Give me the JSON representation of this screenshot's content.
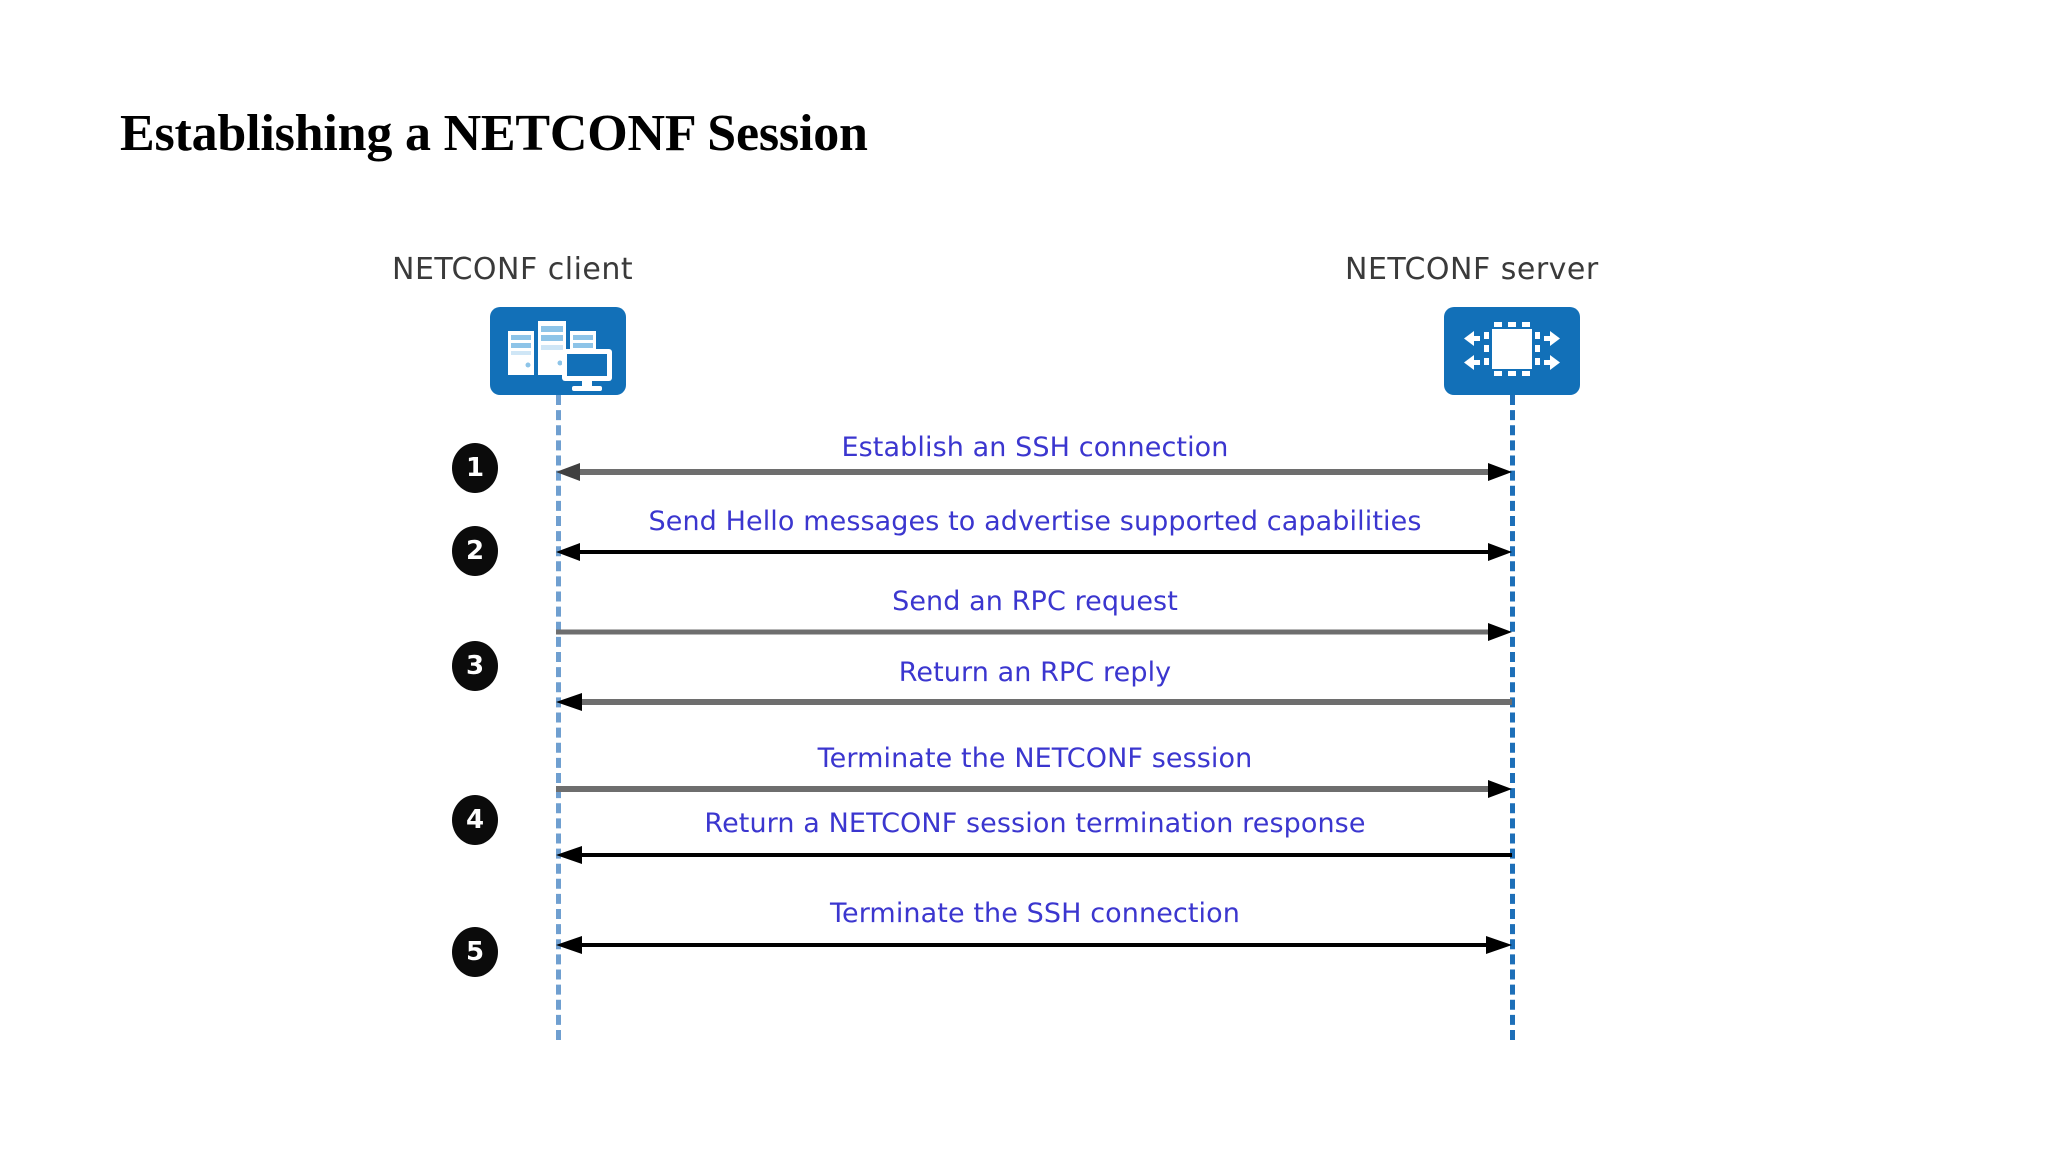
{
  "page": {
    "title": "Establishing a NETCONF Session",
    "background_color": "#ffffff"
  },
  "diagram": {
    "type": "sequence-diagram",
    "accent_color": "#1270b8",
    "label_color": "#3b36cf",
    "arrow_gray": "#6e6e6e",
    "arrow_black": "#000000",
    "actors": [
      {
        "id": "client",
        "label": "NETCONF client",
        "icon": "servers-and-monitor-icon",
        "lifeline_color": "#6f9fd0"
      },
      {
        "id": "server",
        "label": "NETCONF server",
        "icon": "network-router-chip-icon",
        "lifeline_color": "#1d6fb8"
      }
    ],
    "steps": [
      {
        "number": "1",
        "messages": [
          {
            "label": "Establish an SSH connection",
            "direction": "both",
            "color": "#6e6e6e"
          }
        ]
      },
      {
        "number": "2",
        "messages": [
          {
            "label": "Send Hello messages to advertise supported capabilities",
            "direction": "both",
            "color": "#000000"
          }
        ]
      },
      {
        "number": "3",
        "messages": [
          {
            "label": "Send an RPC request",
            "direction": "right",
            "color": "#6e6e6e"
          },
          {
            "label": "Return an RPC reply",
            "direction": "left",
            "color": "#6e6e6e"
          }
        ]
      },
      {
        "number": "4",
        "messages": [
          {
            "label": "Terminate the NETCONF session",
            "direction": "right",
            "color": "#6e6e6e"
          },
          {
            "label": "Return a NETCONF session termination response",
            "direction": "left",
            "color": "#000000"
          }
        ]
      },
      {
        "number": "5",
        "messages": [
          {
            "label": "Terminate the SSH connection",
            "direction": "both",
            "color": "#000000"
          }
        ]
      }
    ]
  }
}
